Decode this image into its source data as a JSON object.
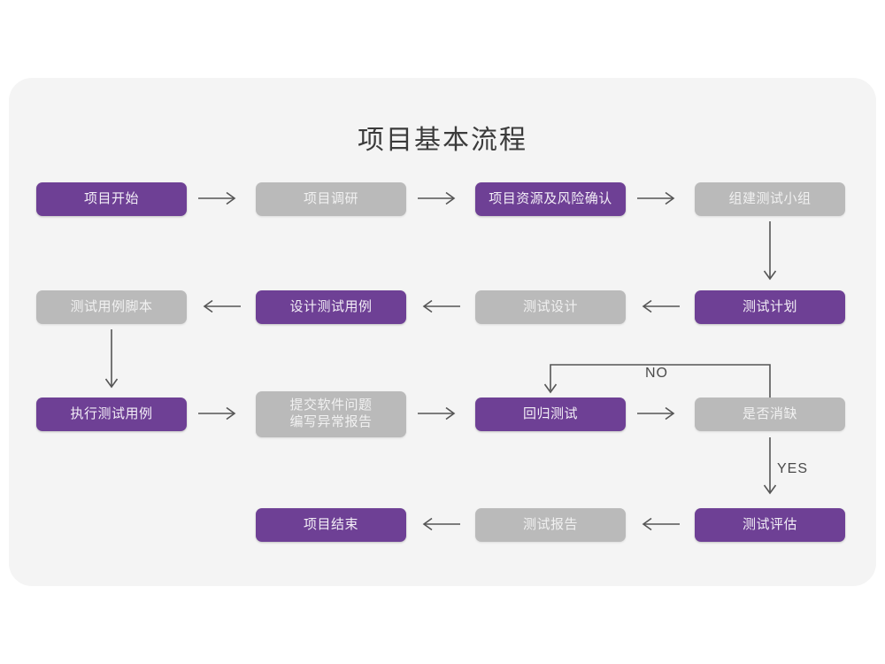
{
  "page": {
    "background": "#ffffff",
    "card_background": "#f4f4f4",
    "title": "项目基本流程"
  },
  "theme": {
    "purple": "#6e4095",
    "gray": "#bababa",
    "purple_text": "#f3eef7",
    "gray_text": "#f1f1f1",
    "arrow": "#555555",
    "title_text": "#3b3b3b"
  },
  "chart_data": {
    "type": "diagram",
    "title": "项目基本流程",
    "nodes": [
      {
        "id": "n1",
        "label": "项目开始",
        "style": "purple",
        "row": 1,
        "col": 1
      },
      {
        "id": "n2",
        "label": "项目调研",
        "style": "gray",
        "row": 1,
        "col": 2
      },
      {
        "id": "n3",
        "label": "项目资源及风险确认",
        "style": "purple",
        "row": 1,
        "col": 3
      },
      {
        "id": "n4",
        "label": "组建测试小组",
        "style": "gray",
        "row": 1,
        "col": 4
      },
      {
        "id": "n5",
        "label": "测试计划",
        "style": "purple",
        "row": 2,
        "col": 4
      },
      {
        "id": "n6",
        "label": "测试设计",
        "style": "gray",
        "row": 2,
        "col": 3
      },
      {
        "id": "n7",
        "label": "设计测试用例",
        "style": "purple",
        "row": 2,
        "col": 2
      },
      {
        "id": "n8",
        "label": "测试用例脚本",
        "style": "gray",
        "row": 2,
        "col": 1
      },
      {
        "id": "n9",
        "label": "执行测试用例",
        "style": "purple",
        "row": 3,
        "col": 1
      },
      {
        "id": "n10",
        "label_line1": "提交软件问题",
        "label_line2": "编写异常报告",
        "style": "gray",
        "row": 3,
        "col": 2
      },
      {
        "id": "n11",
        "label": "回归测试",
        "style": "purple",
        "row": 3,
        "col": 3
      },
      {
        "id": "n12",
        "label": "是否消缺",
        "style": "gray",
        "row": 3,
        "col": 4
      },
      {
        "id": "n13",
        "label": "测试评估",
        "style": "purple",
        "row": 4,
        "col": 4
      },
      {
        "id": "n14",
        "label": "测试报告",
        "style": "gray",
        "row": 4,
        "col": 3
      },
      {
        "id": "n15",
        "label": "项目结束",
        "style": "purple",
        "row": 4,
        "col": 2
      }
    ],
    "edges": [
      {
        "from": "n1",
        "to": "n2",
        "dir": "right",
        "label": ""
      },
      {
        "from": "n2",
        "to": "n3",
        "dir": "right",
        "label": ""
      },
      {
        "from": "n3",
        "to": "n4",
        "dir": "right",
        "label": ""
      },
      {
        "from": "n4",
        "to": "n5",
        "dir": "down",
        "label": ""
      },
      {
        "from": "n5",
        "to": "n6",
        "dir": "left",
        "label": ""
      },
      {
        "from": "n6",
        "to": "n7",
        "dir": "left",
        "label": ""
      },
      {
        "from": "n7",
        "to": "n8",
        "dir": "left",
        "label": ""
      },
      {
        "from": "n8",
        "to": "n9",
        "dir": "down",
        "label": ""
      },
      {
        "from": "n9",
        "to": "n10",
        "dir": "right",
        "label": ""
      },
      {
        "from": "n10",
        "to": "n11",
        "dir": "right",
        "label": ""
      },
      {
        "from": "n11",
        "to": "n12",
        "dir": "right",
        "label": ""
      },
      {
        "from": "n12",
        "to": "n11",
        "dir": "loop-up-left",
        "label": "NO"
      },
      {
        "from": "n12",
        "to": "n13",
        "dir": "down",
        "label": "YES"
      },
      {
        "from": "n13",
        "to": "n14",
        "dir": "left",
        "label": ""
      },
      {
        "from": "n14",
        "to": "n15",
        "dir": "left",
        "label": ""
      }
    ],
    "edge_labels": {
      "no": "NO",
      "yes": "YES"
    }
  }
}
